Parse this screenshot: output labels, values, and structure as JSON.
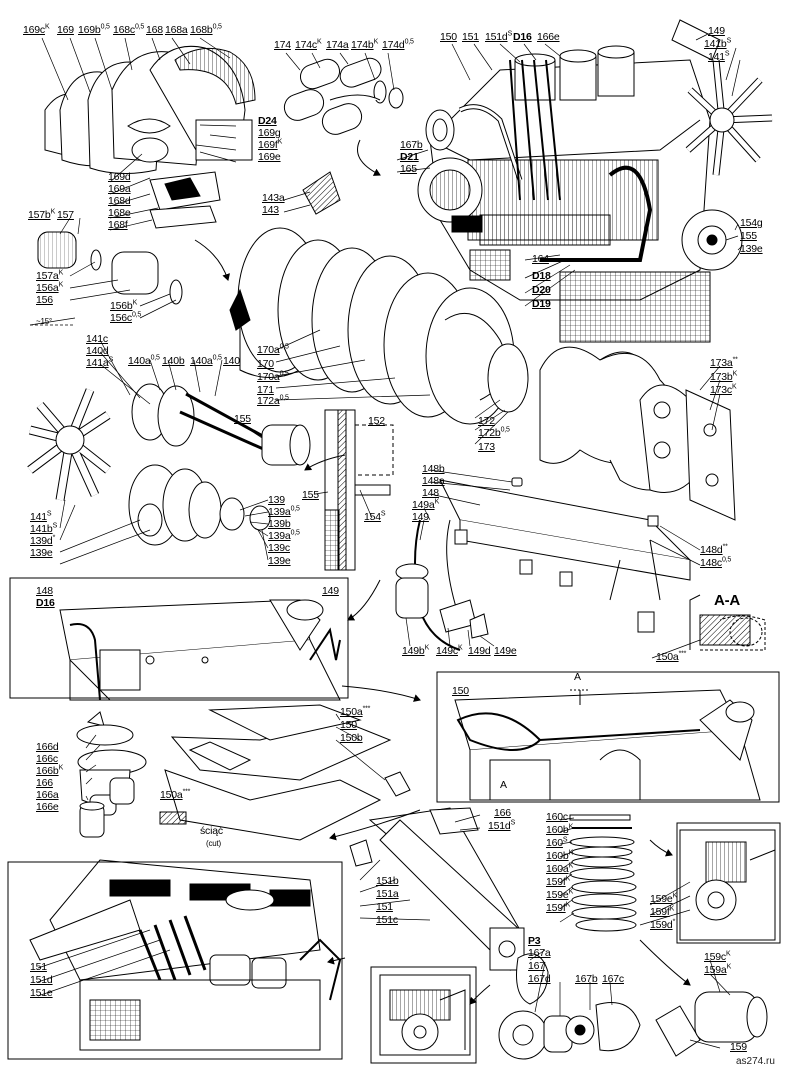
{
  "labels": {
    "l169ck": [
      "169c",
      "K"
    ],
    "l169": [
      "169",
      ""
    ],
    "l169b": [
      "169b",
      "0,5"
    ],
    "l168c": [
      "168c",
      "0,5"
    ],
    "l168": [
      "168",
      ""
    ],
    "l168a": [
      "168a",
      ""
    ],
    "l168b": [
      "168b",
      "0,5"
    ],
    "l174": [
      "174",
      ""
    ],
    "l174c": [
      "174c",
      "K"
    ],
    "l174a": [
      "174a",
      ""
    ],
    "l174b": [
      "174b",
      "K"
    ],
    "l174d": [
      "174d",
      "0,5"
    ],
    "l150t": [
      "150",
      ""
    ],
    "l151t": [
      "151",
      ""
    ],
    "l151d": [
      "151d",
      "S"
    ],
    "lD16t": [
      "D16",
      ""
    ],
    "l166e": [
      "166e",
      ""
    ],
    "l149t": [
      "149",
      ""
    ],
    "l141b": [
      "141b",
      "S"
    ],
    "l141": [
      "141",
      "S"
    ],
    "lD24": [
      "D24",
      ""
    ],
    "l169g": [
      "169g",
      ""
    ],
    "l169f": [
      "169f",
      "K"
    ],
    "l169e": [
      "169e",
      ""
    ],
    "l167b": [
      "167b",
      ""
    ],
    "lD21": [
      "D21",
      ""
    ],
    "l165": [
      "165",
      ""
    ],
    "l169d": [
      "169d",
      ""
    ],
    "l169a": [
      "169a",
      ""
    ],
    "l168d": [
      "168d",
      ""
    ],
    "l168e": [
      "168e",
      ""
    ],
    "l168f": [
      "168f",
      ""
    ],
    "l143a": [
      "143a",
      ""
    ],
    "l143": [
      "143",
      ""
    ],
    "l157b": [
      "157b",
      "K"
    ],
    "l157": [
      "157",
      ""
    ],
    "l157a": [
      "157a",
      "K"
    ],
    "l156a": [
      "156a",
      "K"
    ],
    "l156": [
      "156",
      ""
    ],
    "l156b": [
      "156b",
      "K"
    ],
    "l156c": [
      "156c",
      "0,5"
    ],
    "l154g": [
      "154g",
      ""
    ],
    "l155t": [
      "155",
      ""
    ],
    "l139e_t": [
      "139e",
      ""
    ],
    "l164": [
      "164",
      ""
    ],
    "lD18": [
      "D18",
      ""
    ],
    "lD20": [
      "D20",
      ""
    ],
    "lD19": [
      "D19",
      ""
    ],
    "l141c": [
      "141c",
      ""
    ],
    "l140d": [
      "140d",
      ""
    ],
    "l141a": [
      "141a",
      "S"
    ],
    "l140a1": [
      "140a",
      "0,5"
    ],
    "l140b": [
      "140b",
      ""
    ],
    "l140a2": [
      "140a",
      "0,5"
    ],
    "l140": [
      "140",
      ""
    ],
    "l170a1": [
      "170a",
      "0,5"
    ],
    "l170": [
      "170",
      ""
    ],
    "l170a2": [
      "170a",
      "0,5"
    ],
    "l171": [
      "171",
      ""
    ],
    "l172a": [
      "172a",
      "0,5"
    ],
    "l173a": [
      "173a",
      "**"
    ],
    "l173b": [
      "173b",
      "K"
    ],
    "l173c": [
      "173c",
      "K"
    ],
    "l155m": [
      "155",
      ""
    ],
    "l152": [
      "152",
      ""
    ],
    "l155b": [
      "155",
      ""
    ],
    "l154s": [
      "154",
      "S"
    ],
    "l172": [
      "172",
      ""
    ],
    "l172b": [
      "172b",
      "0,5"
    ],
    "l173": [
      "173",
      ""
    ],
    "l148b": [
      "148b",
      ""
    ],
    "l148a": [
      "148a",
      ""
    ],
    "l148": [
      "148",
      ""
    ],
    "l149ak": [
      "149a",
      "K"
    ],
    "l149m": [
      "149",
      ""
    ],
    "l148d": [
      "148d",
      "**"
    ],
    "l148c": [
      "148c",
      "0,5"
    ],
    "l141s": [
      "141",
      "S"
    ],
    "l141bs": [
      "141b",
      "S"
    ],
    "l139d": [
      "139d",
      "*"
    ],
    "l139e": [
      "139e",
      ""
    ],
    "l139": [
      "139",
      ""
    ],
    "l139a1": [
      "139a",
      "0,5"
    ],
    "l139b": [
      "139b",
      ""
    ],
    "l139a2": [
      "139a",
      "0,5"
    ],
    "l139c": [
      "139c",
      ""
    ],
    "l139e2": [
      "139e",
      ""
    ],
    "l148f": [
      "148",
      ""
    ],
    "lD16f": [
      "D16",
      ""
    ],
    "l149f": [
      "149",
      ""
    ],
    "l149bk": [
      "149b",
      "K"
    ],
    "l149ck": [
      "149c",
      "K"
    ],
    "l149d": [
      "149d",
      ""
    ],
    "l149e": [
      "149e",
      ""
    ],
    "lAA": [
      "A-A",
      ""
    ],
    "l150a3": [
      "150a",
      "***"
    ],
    "l166d": [
      "166d",
      ""
    ],
    "l166c": [
      "166c",
      ""
    ],
    "l166b": [
      "166b",
      "K"
    ],
    "l166": [
      "166",
      ""
    ],
    "l166a": [
      "166a",
      ""
    ],
    "l166e2": [
      "166e",
      ""
    ],
    "l150a_m": [
      "150a",
      "***"
    ],
    "l150_m": [
      "150",
      ""
    ],
    "l150b": [
      "150b",
      ""
    ],
    "l150a_s": [
      "150a",
      "***"
    ],
    "lsciac": [
      "ściąć",
      ""
    ],
    "lcut": [
      "(cut)",
      ""
    ],
    "l150r": [
      "150",
      ""
    ],
    "lA": [
      "A",
      ""
    ],
    "lA2": [
      "A",
      ""
    ],
    "l166r": [
      "166",
      ""
    ],
    "l151ds": [
      "151d",
      "S"
    ],
    "l160c": [
      "160c",
      ""
    ],
    "l160b1": [
      "160b",
      "K"
    ],
    "l160": [
      "160",
      "S"
    ],
    "l160b2": [
      "160b",
      "K"
    ],
    "l160a": [
      "160a",
      "K"
    ],
    "l159f1": [
      "159f",
      "K"
    ],
    "l159e": [
      "159e",
      "K"
    ],
    "l159f2": [
      "159f",
      "K"
    ],
    "l159ek": [
      "159e",
      "K"
    ],
    "l159fk": [
      "159f",
      "K"
    ],
    "l159d": [
      "159d",
      "*"
    ],
    "l151b": [
      "151b",
      ""
    ],
    "l151a": [
      "151a",
      ""
    ],
    "l151m": [
      "151",
      ""
    ],
    "l151c": [
      "151c",
      ""
    ],
    "lP3": [
      "P3",
      ""
    ],
    "l167a": [
      "167a",
      ""
    ],
    "l167": [
      "167",
      ""
    ],
    "l167d": [
      "167d",
      ""
    ],
    "l167b2": [
      "167b",
      ""
    ],
    "l167c": [
      "167c",
      ""
    ],
    "l151bl": [
      "151",
      ""
    ],
    "l151dbl": [
      "151d",
      ""
    ],
    "l151e": [
      "151e",
      ""
    ],
    "l159ck": [
      "159c",
      "K"
    ],
    "l159a": [
      "159a",
      "K"
    ],
    "l159": [
      "159",
      ""
    ]
  },
  "angle_note": "~15°",
  "watermark": "as274.ru"
}
